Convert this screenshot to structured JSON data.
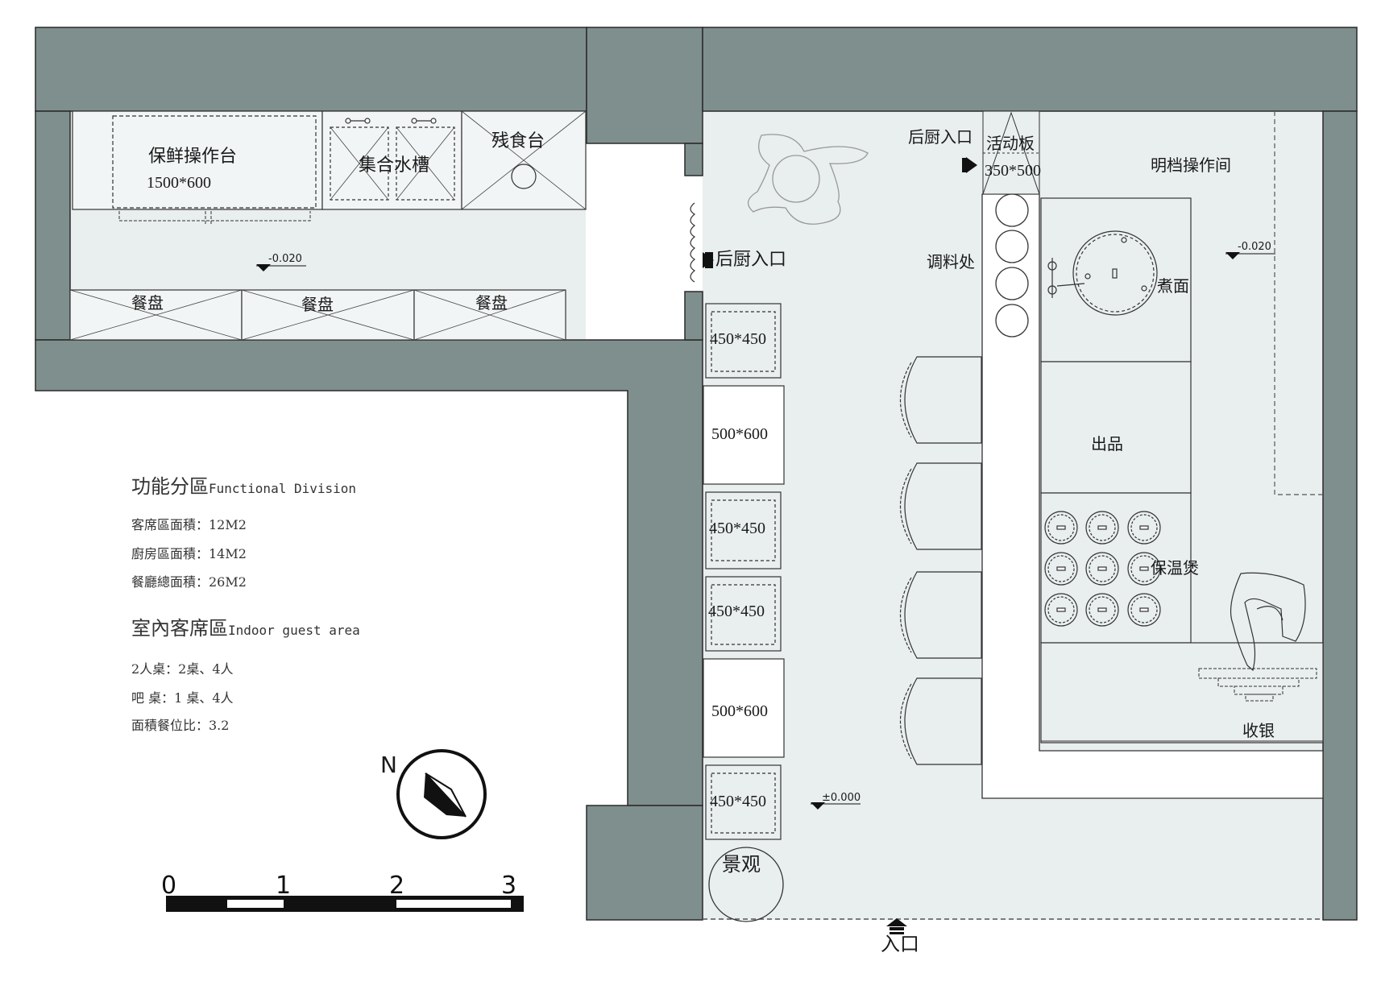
{
  "colors": {
    "wall": "#7f8f8d",
    "floor": "#e9eeee",
    "line": "#333333",
    "white": "#ffffff"
  },
  "kitchen": {
    "fresh_station": "保鲜操作台",
    "fresh_size": "1500*600",
    "sink": "集合水槽",
    "waste_station": "残食台",
    "plate_1": "餐盘",
    "plate_2": "餐盘",
    "plate_3": "餐盘",
    "level": "-0.020"
  },
  "entrances": {
    "back_kitchen_top": "后厨入口",
    "back_kitchen_side": "后厨入口",
    "main": "入口"
  },
  "bar": {
    "flap_board": "活动板",
    "flap_size": "350*500",
    "open_kitchen": "明档操作间",
    "seasoning": "调料处",
    "noodle_boil": "煮面",
    "pickup": "出品",
    "warmer": "保温煲",
    "cashier": "收银",
    "level": "-0.020"
  },
  "tables": [
    "450*450",
    "500*600",
    "450*450",
    "450*450",
    "500*600",
    "450*450"
  ],
  "landscape": "景观",
  "dining_level": "±0.000",
  "legend": {
    "title_cn": "功能分區",
    "title_en": "Functional Division",
    "area_guest": "客席區面積：12M2",
    "area_kitchen": "廚房區面積：14M2",
    "area_total": "餐廳總面積：26M2",
    "indoor_cn": "室內客席區",
    "indoor_en": "Indoor guest area",
    "two_seat": "2人桌：2桌、4人",
    "bar_seat": "吧 桌：1 桌、4人",
    "ratio": "面積餐位比：3.2"
  },
  "compass": "N",
  "scale_labels": [
    "0",
    "1",
    "2",
    "3"
  ]
}
